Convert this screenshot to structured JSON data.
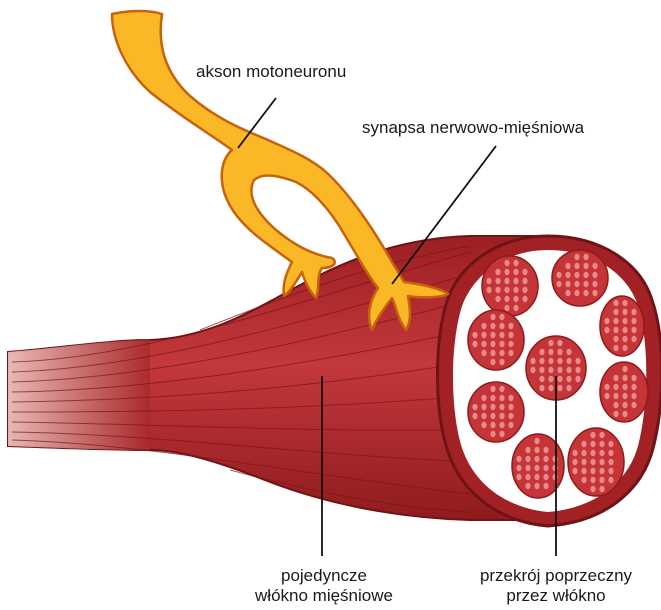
{
  "labels": {
    "axon": "akson motoneuronu",
    "synapse": "synapsa nerwowo-mięśniowa",
    "fiber_line1": "pojedyncze",
    "fiber_line2": "włókno mięśniowe",
    "section_line1": "przekrój poprzeczny",
    "section_line2": "przez włókno"
  },
  "colors": {
    "axon_fill": "#fbb826",
    "axon_outline": "#c8620d",
    "muscle_dark": "#8e1a1d",
    "muscle_mid": "#b3282c",
    "muscle_light": "#d04448",
    "tendon": "#e8b9b5",
    "section_inner": "#ffffff",
    "fibril": "#c43538",
    "fibril_dot": "#e9868a",
    "leader_line": "#111111"
  },
  "icons": {
    "axon": "nerve-axon-shape",
    "muscle": "muscle-fiber-shape",
    "cross_section": "cross-section-shape"
  }
}
